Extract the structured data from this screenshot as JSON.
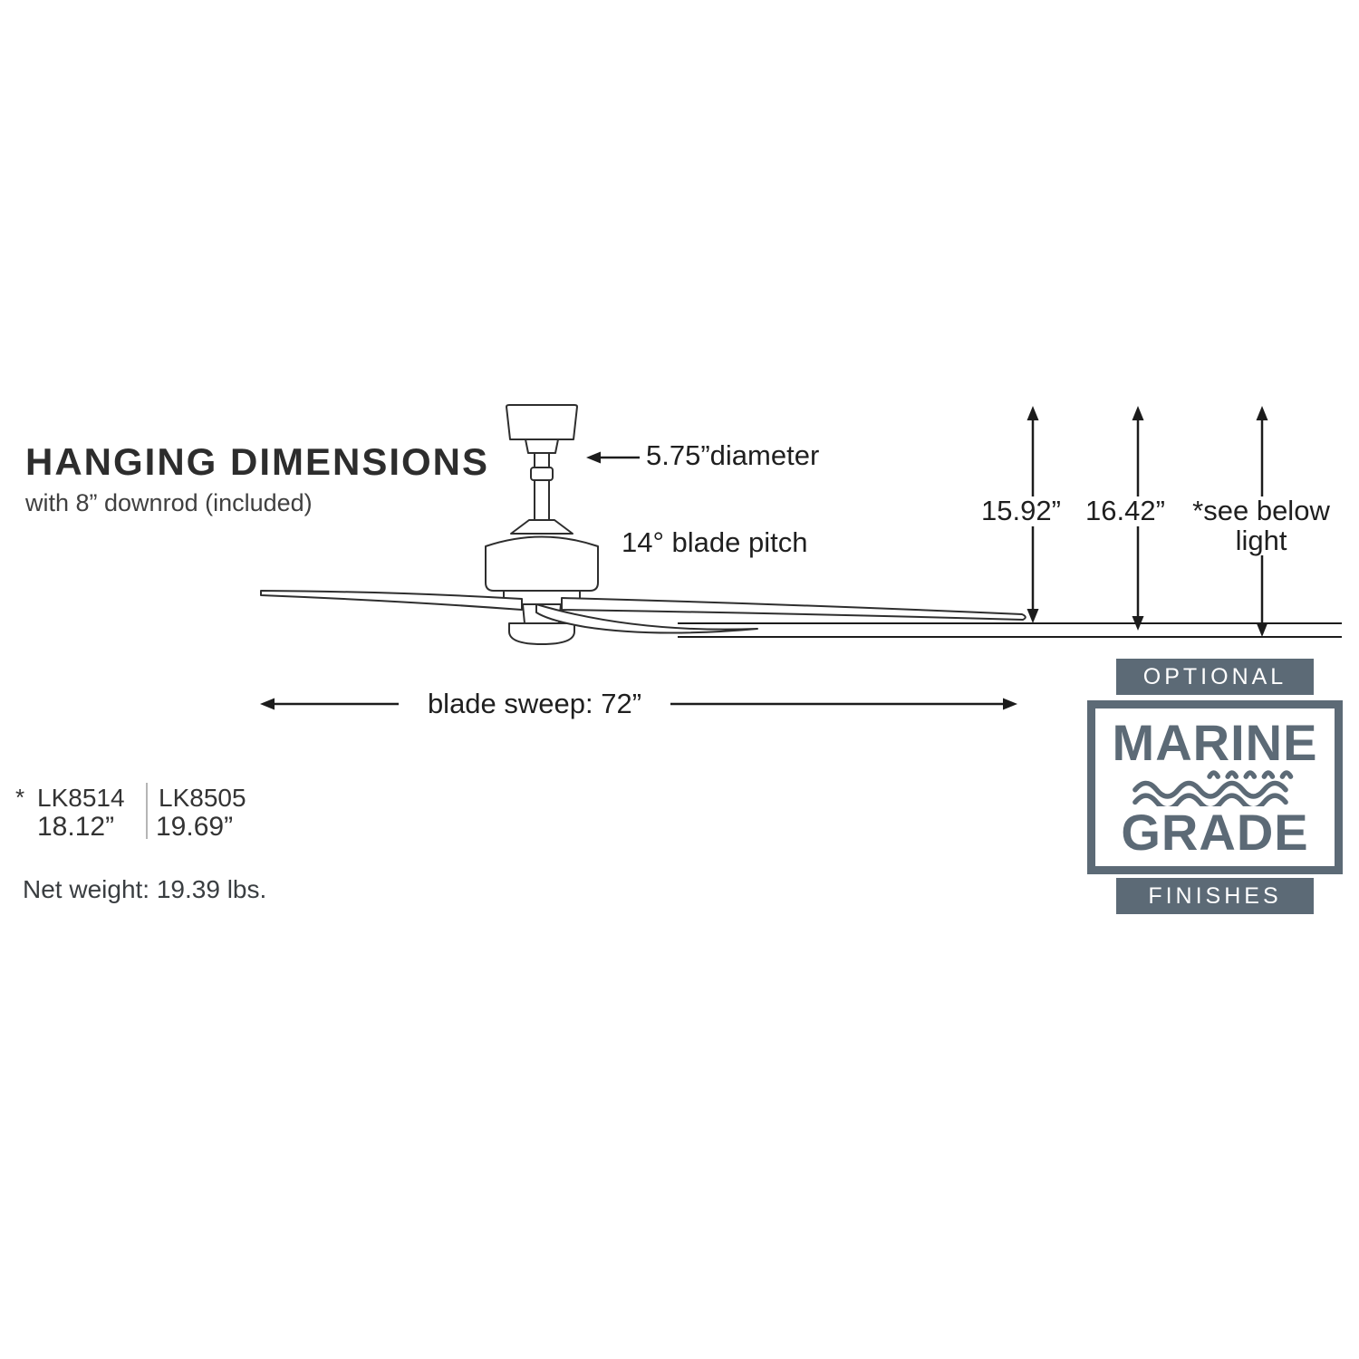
{
  "header": {
    "title": "HANGING DIMENSIONS",
    "subtitle": "with 8” downrod (included)"
  },
  "diagram": {
    "diameter_label": "5.75”diameter",
    "blade_pitch_label": "14° blade pitch",
    "height_primary": "15.92”",
    "height_secondary": "16.42”",
    "height_light_line1": "*see below",
    "height_light_line2": "light",
    "blade_sweep_label": "blade sweep: 72”"
  },
  "light_kits": {
    "footnote_marker": "*",
    "left_model": "LK8514",
    "left_height": "18.12”",
    "right_model": "LK8505",
    "right_height": "19.69”"
  },
  "net_weight_label": "Net weight: 19.39 lbs.",
  "badge": {
    "top_label": "OPTIONAL",
    "word1": "MARINE",
    "word2": "GRADE",
    "bottom_label": "FINISHES",
    "color": "#5c6a76"
  }
}
